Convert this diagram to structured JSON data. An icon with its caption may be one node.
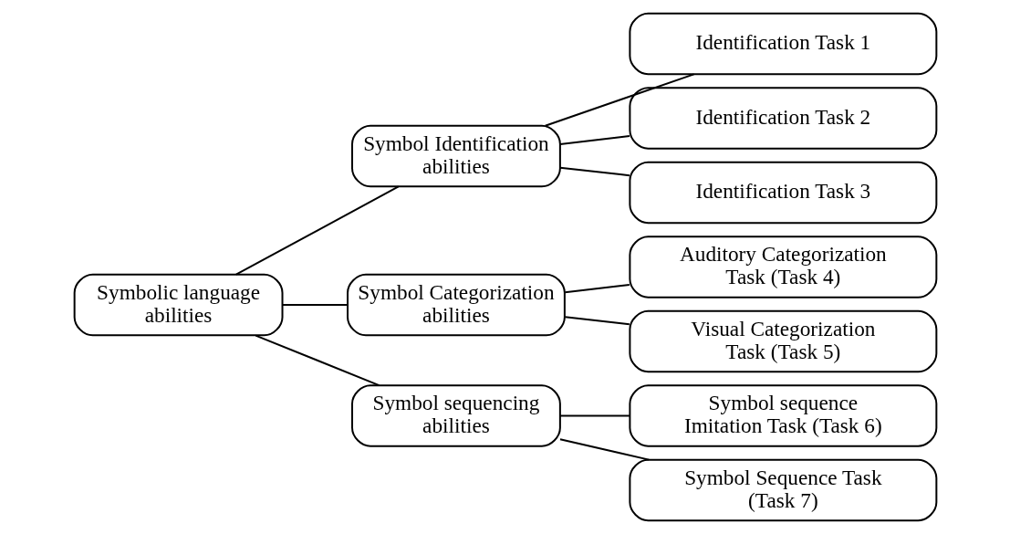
{
  "diagram": {
    "nodes": [
      {
        "text": [
          "Symbolic language abilities"
        ]
      },
      {
        "text": [
          "Symbol Identification abilities"
        ]
      },
      {
        "text": [
          "Identification Task 1"
        ]
      },
      {
        "text": [
          "Identification Task 2"
        ]
      },
      {
        "text": [
          "Identification Task 3"
        ]
      },
      {
        "text": [
          "Symbol Categorization abilities"
        ]
      },
      {
        "text": [
          "Auditory Categorization Task (Task 4)"
        ]
      },
      {
        "text": [
          "Visual Categorization Task (Task 5)"
        ]
      },
      {
        "text": [
          "Symbol sequencing abilities"
        ]
      },
      {
        "text": [
          "Symbol sequence Imitation Task (Task 6)"
        ]
      },
      {
        "text": [
          "Symbol Sequence Task (Task 7)"
        ]
      }
    ],
    "edges": [
      {
        "from": 0,
        "to": 1,
        "arrow": "none"
      },
      {
        "from": 0,
        "to": 5,
        "arrow": "none"
      },
      {
        "from": 0,
        "to": 8,
        "arrow": "none"
      },
      {
        "from": 1,
        "to": 2,
        "arrow": "none"
      },
      {
        "from": 1,
        "to": 3,
        "arrow": "none"
      },
      {
        "from": 1,
        "to": 4,
        "arrow": "none"
      },
      {
        "from": 5,
        "to": 6,
        "arrow": "none"
      },
      {
        "from": 5,
        "to": 7,
        "arrow": "none"
      },
      {
        "from": 8,
        "to": 9,
        "arrow": "none"
      },
      {
        "from": 8,
        "to": 10,
        "arrow": "none"
      }
    ]
  }
}
